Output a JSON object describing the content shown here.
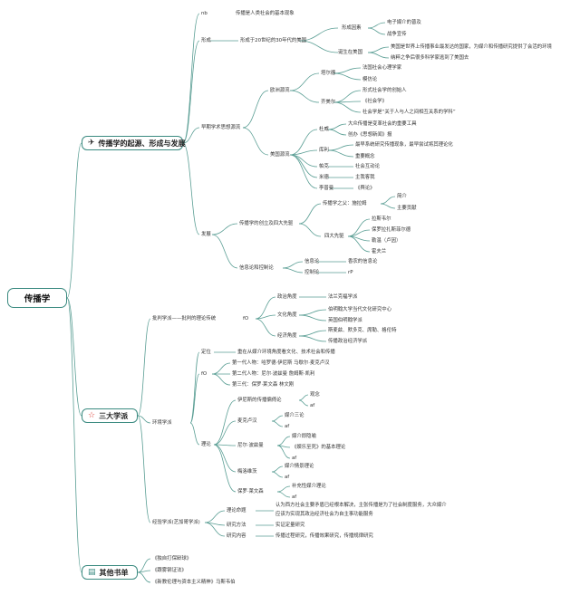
{
  "root": "传播学",
  "branches": [
    {
      "icon": "paper-plane-icon",
      "label": "传播学的起源、形成与发展"
    },
    {
      "icon": "star-icon",
      "label": "三大学派"
    },
    {
      "icon": "book-icon",
      "label": "其他书单"
    }
  ],
  "nodes": {
    "b1": {
      "nb": "nb",
      "nb_text": "传播是人类社会的基本现象",
      "xingcheng": "形成",
      "xingcheng_text": "形成于20世纪的30年代的美国",
      "xcyinsu": "形成因素",
      "xcyinsu_1": "电子媒介的普及",
      "xcyinsu_2": "战争宣传",
      "dansheng": "诞生在美国",
      "dansheng_1": "美国是世界上传播事业最发达的国家，为媒介和传播研究提供了会活的环境",
      "dansheng_2": "纳粹之争后很多科学家逃到了美国去",
      "zaoqi": "早期学术思想源流",
      "ouzhou": "欧洲源流",
      "tarde": "塔尔德",
      "tarde_1": "法国社会心理学家",
      "tarde_2": "模仿论",
      "simmel": "齐美尔",
      "simmel_1": "形式社会学的创始人",
      "simmel_2": "《社会学》",
      "simmel_3": "社会学是“关于人与人之间相互关系的学科”",
      "meiguo": "美国源流",
      "dewey": "杜威",
      "dewey_1": "大众传播是变革社会的重要工具",
      "dewey_2": "创办《思想新闻》报",
      "cooley": "库利",
      "cooley_1": "最早系统研究传播现象，最早尝试将其理论化",
      "cooley_2": "重要概念",
      "park": "帕克",
      "park_1": "社会互动论",
      "park_2": "",
      "mead": "米德",
      "mead_1": "主我客我",
      "lippmann": "李普曼",
      "lippmann_1": "《舆论》",
      "fazhan": "发展",
      "chuangli": "传播学的创立及四大先驱",
      "schramm": "传播学之父：施拉姆",
      "schramm_1": "简介",
      "schramm_2": "主要贡献",
      "sida": "四大先驱",
      "sida_1": "拉斯韦尔",
      "sida_2": "保罗拉扎斯菲尔德",
      "sida_3": "勒温（卢因）",
      "sida_4": "霍夫兰",
      "xinxi": "信息论和控制论",
      "xinxilun": "信息论",
      "xinxilun_1": "香农的信息论",
      "kongzhi": "控制论",
      "kongzhi_1": "rP"
    },
    "b2": {
      "pipan": "批判学派——批判的理论传统",
      "pipan_fo": "fO",
      "zhengzhi": "政治角度",
      "zhengzhi_1": "法兰克福学派",
      "wenhua": "文化角度",
      "wenhua_1": "伯明翰大学当代文化研究中心",
      "wenhua_2": "英国伯明翰学派",
      "jingji": "经济角度",
      "jingji_1": "斯麦兹、默多克、席勒、格伦特",
      "jingji_2": "传播政治经济学派",
      "huanjing": "环境学派",
      "dingwei": "定位",
      "dingwei_1": "重在从媒介环境角度看文化、技术社会和传播",
      "fo2": "fO",
      "gen1": "第一代人物：哈罗德·伊尼斯 马歇尔·麦克卢汉",
      "gen2": "第二代人物：尼尔·波兹曼 詹姆斯·凯利",
      "gen3": "第三代：保罗·莱文森 林文刚",
      "lilun": "理论",
      "innis": "伊尼斯的传播偏倚论",
      "innis_1": "观念",
      "innis_2": "af",
      "mcluhan": "麦克卢汉",
      "mcluhan_1": "媒介三论",
      "mcluhan_2": "af",
      "postman": "尼尔·波兹曼",
      "postman_1": "媒介即隐喻",
      "postman_2": "《娱乐至死》的基本理论",
      "postman_3": "af",
      "meyrowitz": "梅洛维茨",
      "meyrowitz_1": "媒介情景理论",
      "meyrowitz_2": "af",
      "levinson": "保罗·莱文森",
      "levinson_1": "补充性媒介理论",
      "levinson_2": "af",
      "jingyan": "经验学派(芝加哥学派)",
      "mingti": "理论命题",
      "mingti_1": "认为西方社会主要矛盾已经根本解决，主张传播是为了社会制度服务，大众媒介",
      "mingti_2": "应该为实现其政治经济社会为自主事功能服务",
      "fangfa": "研究方法",
      "fangfa_1": "实证定量研究",
      "neirong": "研究内容",
      "neirong_1": "传播过程研究，传播效果研究，传播规律研究"
    },
    "b3": {
      "book1": "《独自打保龄球》",
      "book2": "《跟雾钢证法》",
      "book3": "《新教伦理与资本主义精神》马斯韦伯"
    }
  }
}
